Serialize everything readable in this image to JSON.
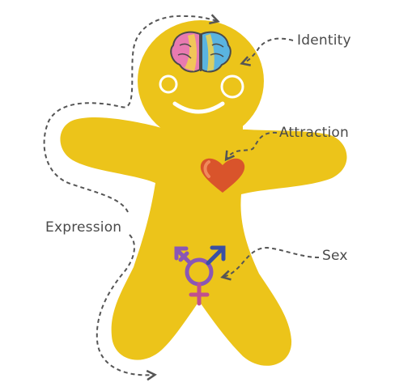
{
  "labels": {
    "identity": "Identity",
    "attraction": "Attraction",
    "expression": "Expression",
    "sex": "Sex"
  },
  "colors": {
    "body": "#ecc41a",
    "face_features": "#ffffff",
    "heart": "#d9542b",
    "heart_highlight": "#f08a5b",
    "brain_pink": "#e87ab0",
    "brain_yellow": "#f2d34a",
    "brain_blue": "#5ab4e0",
    "brain_outline": "#4a4a4a",
    "symbol_blue": "#3a4fa3",
    "symbol_purple": "#8a57b5",
    "symbol_pink": "#c0508f",
    "dashed_line": "#555555",
    "label_text": "#4a4a4a"
  },
  "icons": [
    "brain-icon",
    "heart-icon",
    "transgender-symbol-icon"
  ]
}
